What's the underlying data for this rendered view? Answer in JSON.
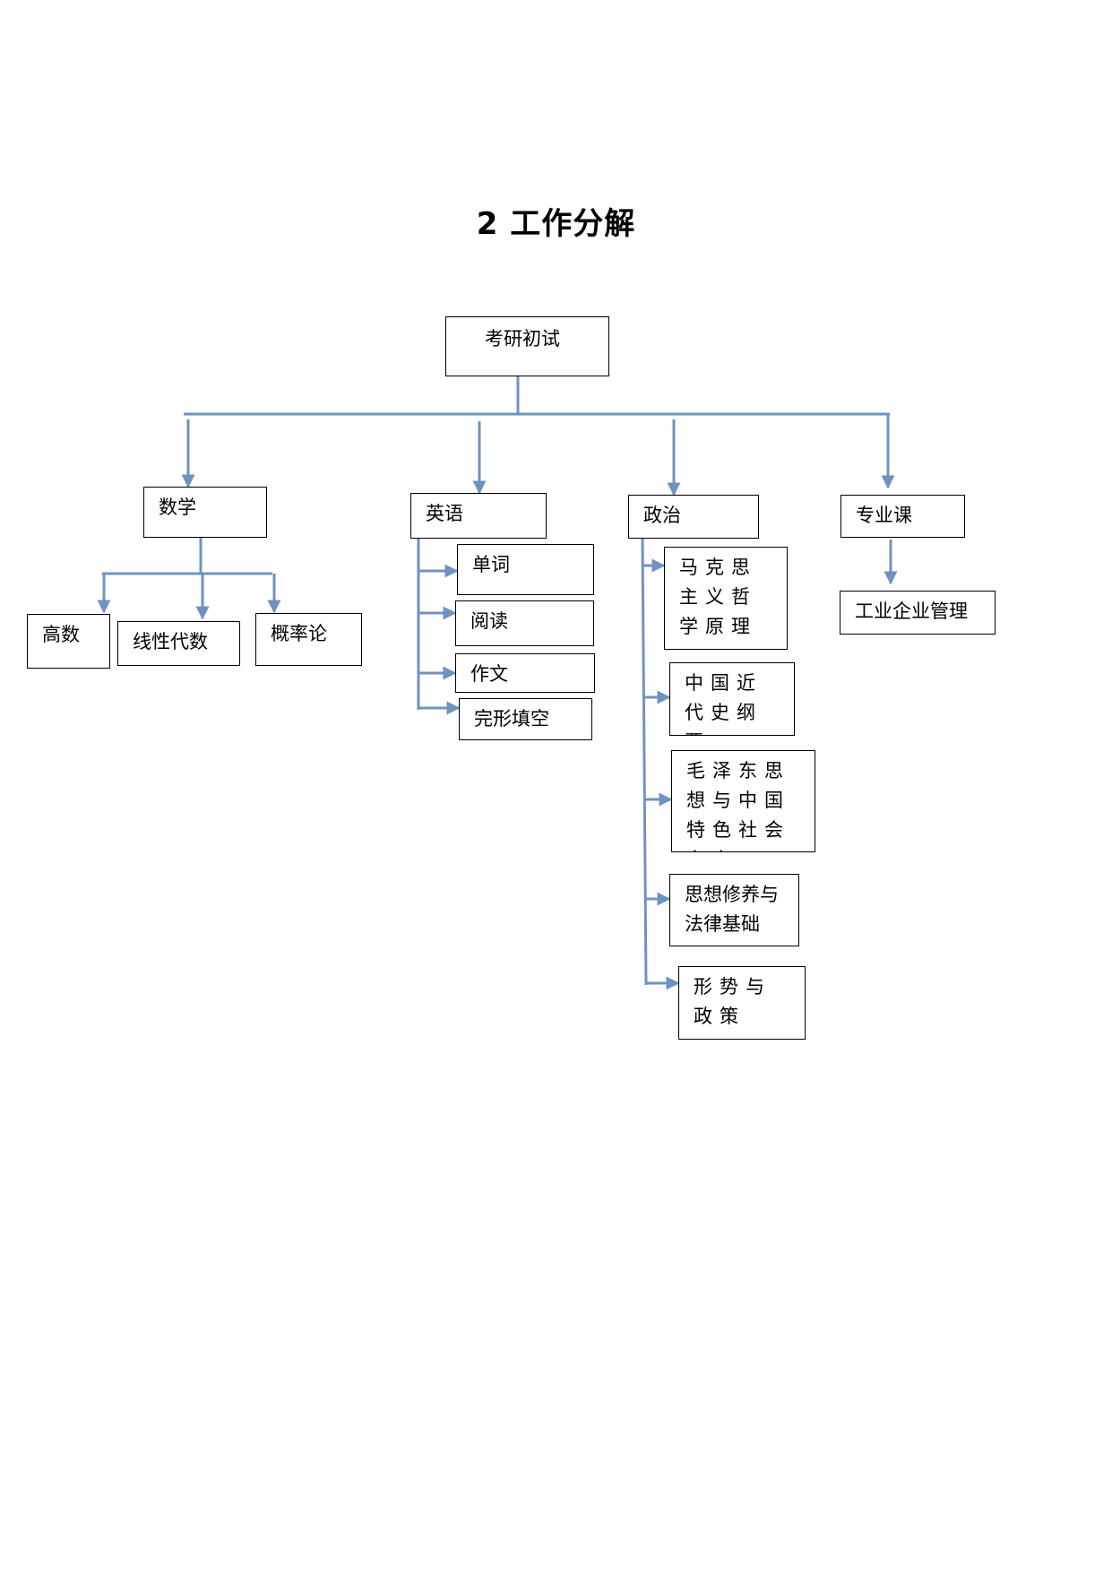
{
  "title": "2 工作分解",
  "diagram": {
    "root": "考研初试",
    "math": {
      "label": "数学",
      "children": [
        "高数",
        "线性代数",
        "概率论"
      ]
    },
    "english": {
      "label": "英语",
      "children": [
        "单词",
        "阅读",
        "作文",
        "完形填空"
      ]
    },
    "politics": {
      "label": "政治",
      "children": [
        "马克思主义哲学原理",
        "中国近代史纲要",
        "毛泽东思想与中国特色社会主义",
        "思想修养与法律基础",
        "形势与政策"
      ]
    },
    "major": {
      "label": "专业课",
      "children": [
        "工业企业管理"
      ]
    }
  },
  "colors": {
    "connector": "#6f93c0",
    "border": "#000000"
  }
}
